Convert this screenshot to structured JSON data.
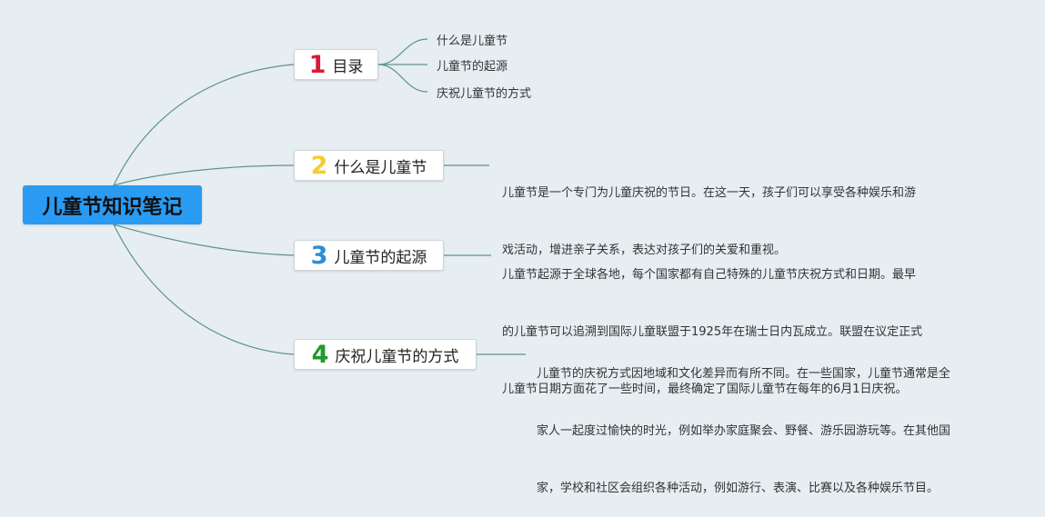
{
  "root": {
    "label": "儿童节知识笔记"
  },
  "branches": [
    {
      "number": "1",
      "label": "目录",
      "color": "#d91a3c"
    },
    {
      "number": "2",
      "label": "什么是儿童节",
      "color": "#f2cd35"
    },
    {
      "number": "3",
      "label": "儿童节的起源",
      "color": "#2b8fd4"
    },
    {
      "number": "4",
      "label": "庆祝儿童节的方式",
      "color": "#1f9a2b"
    }
  ],
  "toc_items": [
    "什么是儿童节",
    "儿童节的起源",
    "庆祝儿童节的方式"
  ],
  "notes": [
    {
      "lines": [
        "儿童节是一个专门为儿童庆祝的节日。在这一天，孩子们可以享受各种娱乐和游",
        "戏活动，增进亲子关系，表达对孩子们的关爱和重视。"
      ]
    },
    {
      "lines": [
        "儿童节起源于全球各地，每个国家都有自己特殊的儿童节庆祝方式和日期。最早",
        "的儿童节可以追溯到国际儿童联盟于1925年在瑞士日内瓦成立。联盟在议定正式",
        "儿童节日期方面花了一些时间，最终确定了国际儿童节在每年的6月1日庆祝。"
      ]
    },
    {
      "lines": [
        "儿童节的庆祝方式因地域和文化差异而有所不同。在一些国家，儿童节通常是全",
        "家人一起度过愉快的时光，例如举办家庭聚会、野餐、游乐园游玩等。在其他国",
        "家，学校和社区会组织各种活动，例如游行、表演、比赛以及各种娱乐节目。"
      ]
    }
  ],
  "colors": {
    "background": "#e6eef2",
    "root_fill": "#2a9bf2",
    "connector": "#5e9488"
  }
}
